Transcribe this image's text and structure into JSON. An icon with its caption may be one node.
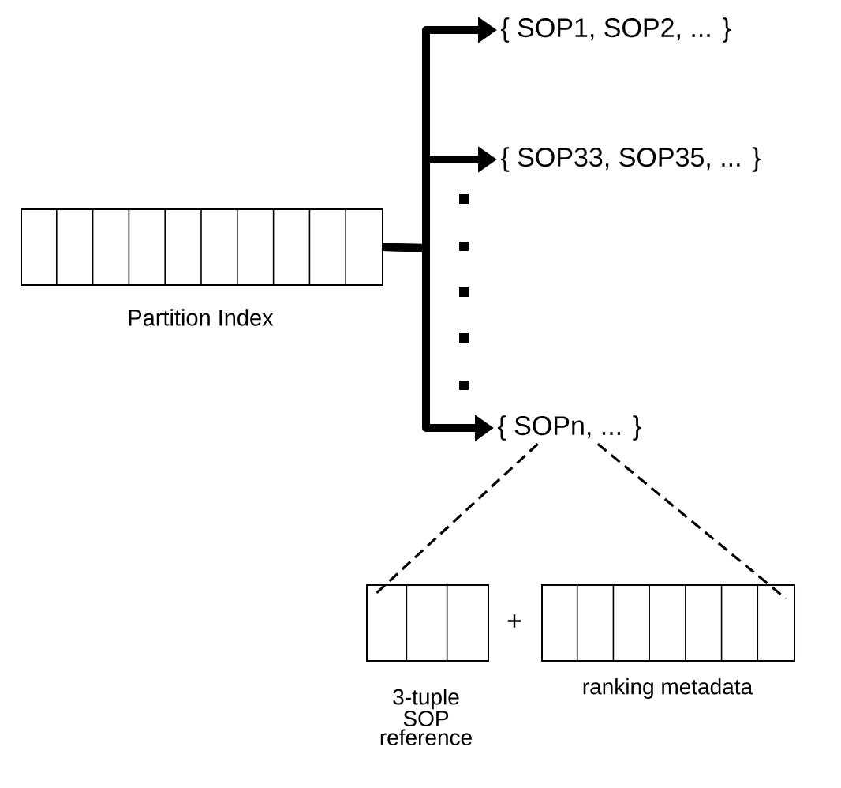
{
  "diagram": {
    "nodes": [
      {
        "text": [
          "Partition Index"
        ]
      },
      {
        "text": [
          "{ SOP1, SOP2, ... }"
        ]
      },
      {
        "text": [
          "{ SOP33, SOP35, ... }"
        ]
      },
      {
        "text": [
          "{ SOPn, ... }"
        ]
      },
      {
        "text": [
          "3-tuple SOP reference"
        ]
      },
      {
        "text": [
          "ranking metadata"
        ]
      }
    ],
    "edges": [
      {
        "from": 0,
        "to": 1,
        "arrow": "to"
      },
      {
        "from": 0,
        "to": 2,
        "arrow": "to"
      },
      {
        "from": 0,
        "to": 3,
        "arrow": "to"
      },
      {
        "from": 3,
        "to": 4,
        "arrow": "none",
        "style": "dashed"
      },
      {
        "from": 3,
        "to": 5,
        "arrow": "none",
        "style": "dashed"
      }
    ],
    "labels": [
      "+"
    ]
  }
}
